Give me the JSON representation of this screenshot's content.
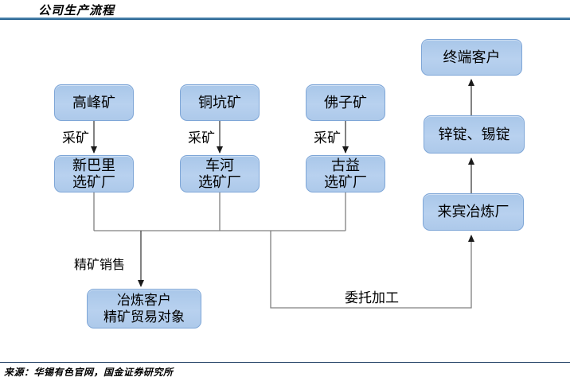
{
  "title": "公司生产流程",
  "nodes": {
    "gaofeng_mine": "高峰矿",
    "tongkeng_mine": "铜坑矿",
    "fozi_mine": "佛子矿",
    "xinbali_concentrator": "新巴里\n选矿厂",
    "chehe_concentrator": "车河\n选矿厂",
    "guyi_concentrator": "古益\n选矿厂",
    "smelting_client": "冶炼客户\n精矿贸易对象",
    "laibin_smelter": "来宾冶炼厂",
    "ingots": "锌锭、锡锭",
    "terminal_customer": "终端客户"
  },
  "edge_labels": {
    "mining_1": "采矿",
    "mining_2": "采矿",
    "mining_3": "采矿",
    "concentrate_sales": "精矿销售",
    "consigned_processing": "委托加工"
  },
  "footer": {
    "source": "来源：华锡有色官网，国金证券研究所"
  },
  "colors": {
    "box_fill": "#b0cdec",
    "box_border": "#7ea6d7",
    "title_rule": "#1f5c8b",
    "footer_rule": "#17375e",
    "connector_gray": "#808080",
    "arrow_dark": "#4d4d4d"
  }
}
